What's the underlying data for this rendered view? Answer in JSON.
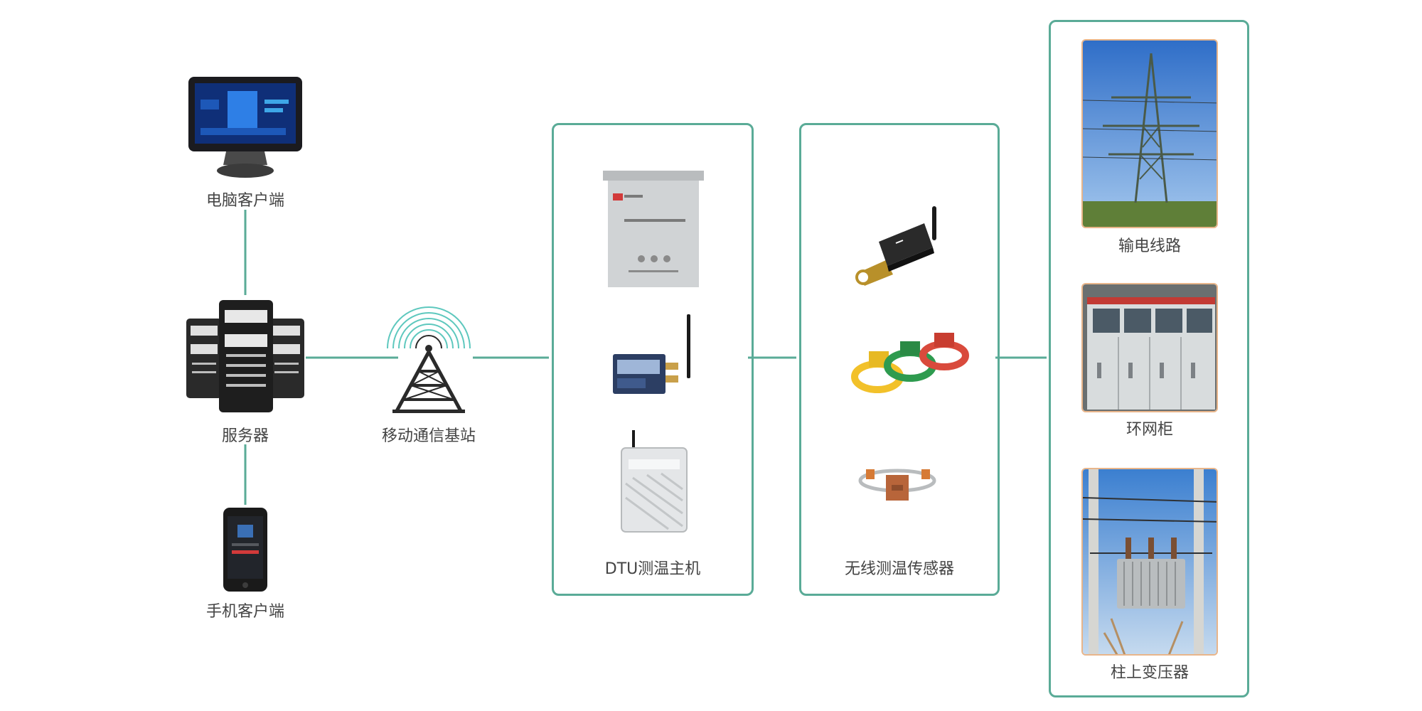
{
  "colors": {
    "connector": "#5aab97",
    "box_border": "#5aab97",
    "photo_border": "#e8b58a",
    "text": "#444444"
  },
  "labels": {
    "pc_client": "电脑客户端",
    "server": "服务器",
    "mobile_client": "手机客户端",
    "base_station": "移动通信基站",
    "dtu_host": "DTU测温主机",
    "wireless_sensor": "无线测温传感器",
    "transmission_line": "输电线路",
    "ring_main_unit": "环网柜",
    "pole_transformer": "柱上变压器"
  },
  "icons": {
    "monitor": "monitor-icon",
    "server": "server-rack-icon",
    "phone": "smartphone-icon",
    "tower": "signal-tower-icon",
    "dtu_cabinet": "control-cabinet-icon",
    "dtu_modem": "wireless-modem-icon",
    "dtu_enclosure": "outdoor-enclosure-icon",
    "sensor_lug": "lug-sensor-icon",
    "sensor_clamps": "clamp-sensors-icon",
    "sensor_band": "band-sensor-icon",
    "photo_tower": "transmission-tower-photo",
    "photo_cabinet": "ring-main-unit-photo",
    "photo_transformer": "pole-transformer-photo"
  }
}
